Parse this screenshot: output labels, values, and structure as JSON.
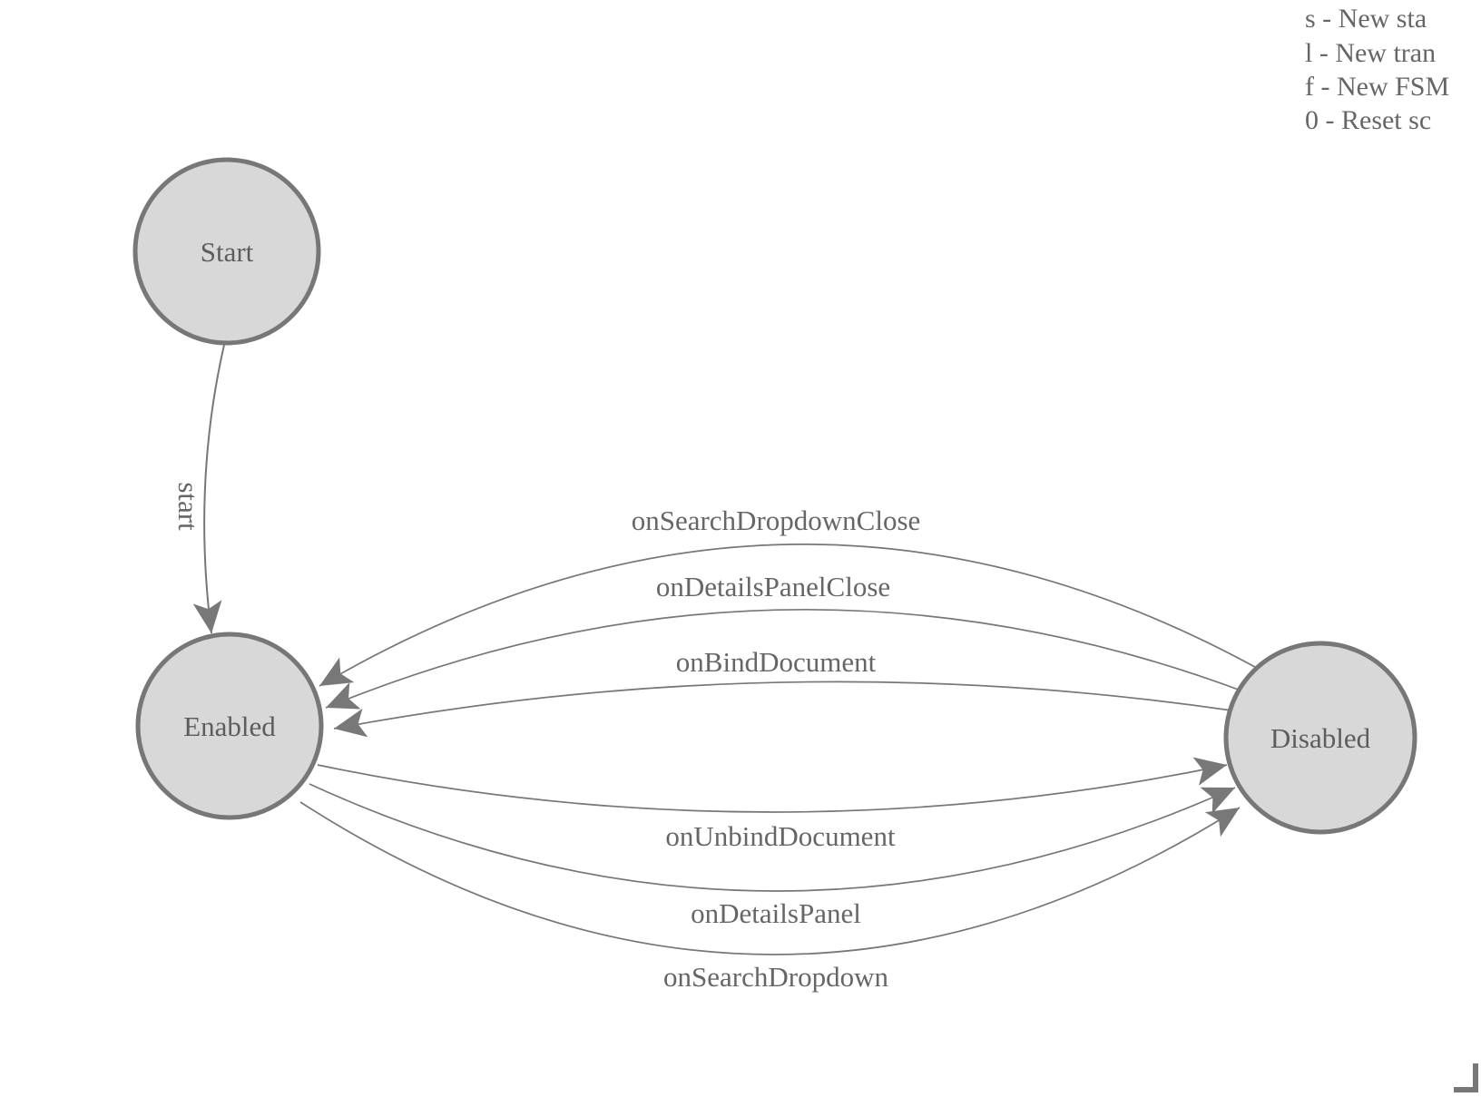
{
  "legend": {
    "lines": [
      "s - New sta",
      "l - New tran",
      "f - New FSM",
      "0 - Reset sc"
    ]
  },
  "diagram": {
    "states": [
      {
        "id": "start",
        "label": "Start"
      },
      {
        "id": "enabled",
        "label": "Enabled"
      },
      {
        "id": "disabled",
        "label": "Disabled"
      }
    ],
    "transitions": [
      {
        "label": "start",
        "from": "Start",
        "to": "Enabled"
      },
      {
        "label": "onSearchDropdownClose",
        "from": "Disabled",
        "to": "Enabled"
      },
      {
        "label": "onDetailsPanelClose",
        "from": "Disabled",
        "to": "Enabled"
      },
      {
        "label": "onBindDocument",
        "from": "Disabled",
        "to": "Enabled"
      },
      {
        "label": "onUnbindDocument",
        "from": "Enabled",
        "to": "Disabled"
      },
      {
        "label": "onDetailsPanel",
        "from": "Enabled",
        "to": "Disabled"
      },
      {
        "label": "onSearchDropdown",
        "from": "Enabled",
        "to": "Disabled"
      }
    ]
  },
  "colors": {
    "node_fill": "#d8d8d8",
    "node_stroke": "#777777",
    "edge_stroke": "#777777",
    "arrowhead": "#787878",
    "label_text": "#666666",
    "background": "#ffffff"
  }
}
